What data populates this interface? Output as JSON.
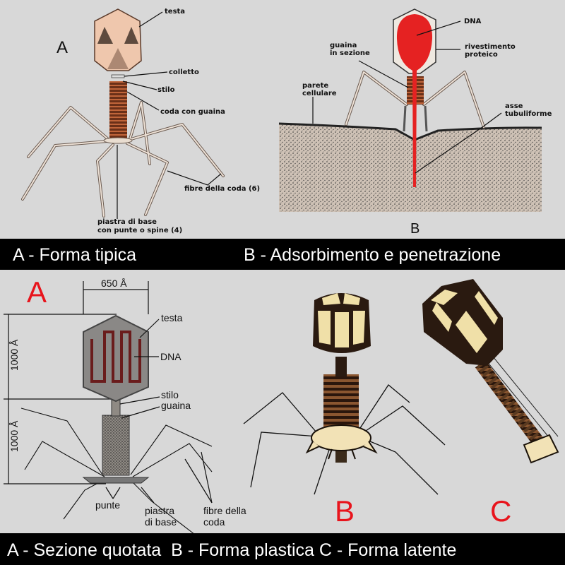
{
  "panel_top_a": {
    "letter": "A",
    "labels": {
      "head": "testa",
      "collar": "colletto",
      "stylus": "stilo",
      "tail": "coda con guaina",
      "fibers": "fibre della coda (6)",
      "base1": "piastra di base",
      "base2": "con punte o spine (4)"
    },
    "caption": "A - Forma tipica"
  },
  "panel_top_b": {
    "letter": "B",
    "labels": {
      "dna": "DNA",
      "coat1": "rivestimento",
      "coat2": "proteico",
      "sheath1": "guaina",
      "sheath2": "in sezione",
      "wall1": "parete",
      "wall2": "cellulare",
      "axis1": "asse",
      "axis2": "tubuliforme"
    },
    "caption": "B - Adsorbimento e penetrazione"
  },
  "panel_bottom": {
    "letter_a": "A",
    "letter_b": "B",
    "letter_c": "C",
    "width_dim": "650 Å",
    "height_dim_head": "1000 Å",
    "height_dim_tail": "1000 Å",
    "labels": {
      "head": "testa",
      "dna": "DNA",
      "stylus": "stilo",
      "sheath": "guaina",
      "spikes": "punte",
      "base1": "piastra",
      "base2": "di base",
      "fibers1": "fibre della",
      "fibers2": "coda"
    },
    "caption": "A - Sezione quotata  B - Forma plastica C - Forma latente"
  },
  "colors": {
    "background": "#d8d8d8",
    "caption_bar": "#000000",
    "accent_red": "#e8141c",
    "dna_red": "#e52222"
  }
}
